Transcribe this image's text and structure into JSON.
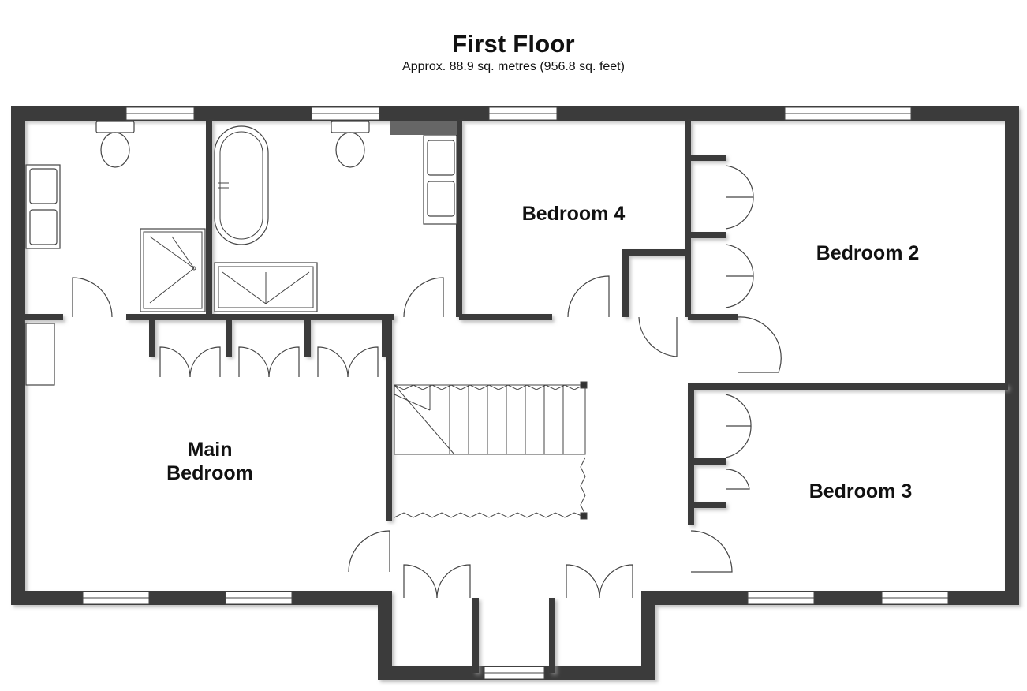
{
  "floor": {
    "title": "First Floor",
    "area": "Approx. 88.9 sq. metres (956.8 sq. feet)"
  },
  "rooms": {
    "bedroom4": "Bedroom 4",
    "bedroom2": "Bedroom 2",
    "main_line1": "Main",
    "main_line2": "Bedroom",
    "bedroom3": "Bedroom 3"
  },
  "colors": {
    "wall": "#3a3a3a",
    "outline": "#111111",
    "background": "#ffffff"
  }
}
